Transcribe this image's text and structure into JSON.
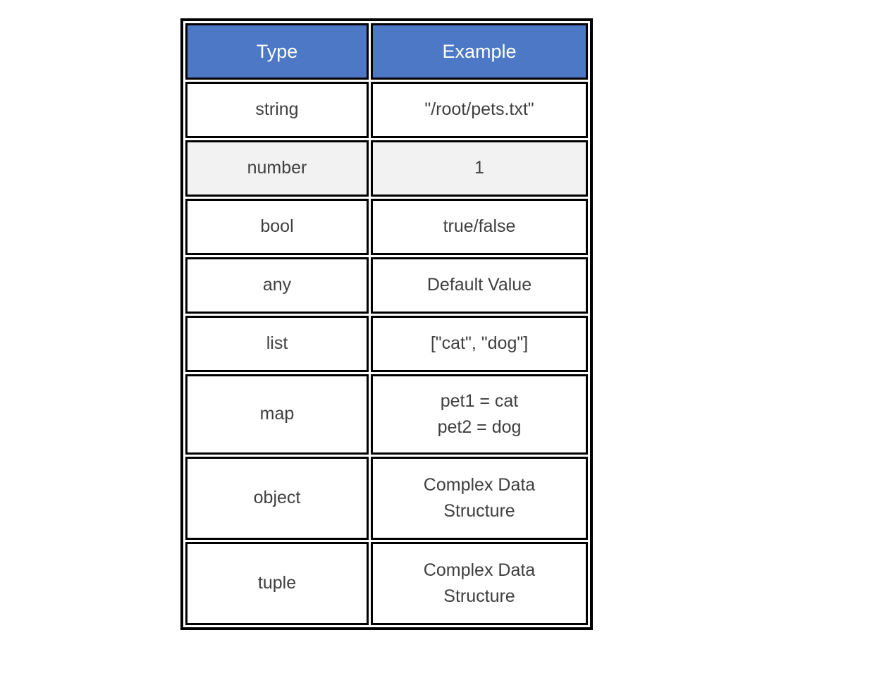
{
  "chart_data": {
    "type": "table",
    "title": "",
    "columns": [
      "Type",
      "Example"
    ],
    "rows": [
      {
        "type": "string",
        "example": "\"/root/pets.txt\""
      },
      {
        "type": "number",
        "example": "1"
      },
      {
        "type": "bool",
        "example": "true/false"
      },
      {
        "type": "any",
        "example": "Default Value"
      },
      {
        "type": "list",
        "example": "[\"cat\", \"dog\"]"
      },
      {
        "type": "map",
        "example": "pet1 = cat\npet2 = dog"
      },
      {
        "type": "object",
        "example": "Complex Data\nStructure"
      },
      {
        "type": "tuple",
        "example": "Complex Data\nStructure"
      }
    ],
    "layout": {
      "legend": "none",
      "grid": "thick-black-cell-borders",
      "header_fill": true,
      "alternate_row_shaded_index": 1
    },
    "colors": {
      "header_bg": "#4c78c6",
      "header_text": "#ffffff",
      "body_text": "#3f3f3f",
      "row_bg": "#ffffff",
      "alt_row_bg": "#f2f2f2",
      "border": "#000000",
      "page_bg": "#ffffff"
    }
  }
}
